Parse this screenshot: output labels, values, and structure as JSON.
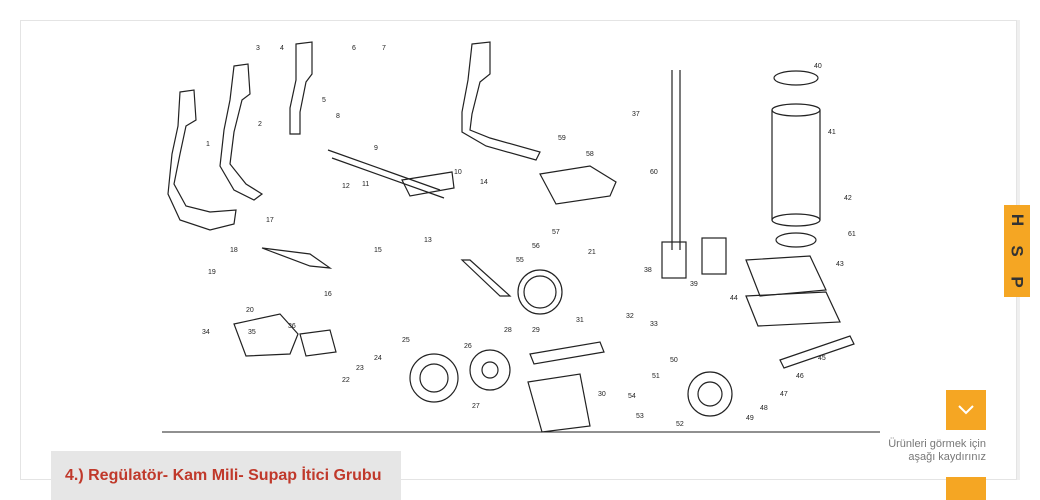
{
  "caption": "4.) Regülatör- Kam Mili- Supap İtici Grubu",
  "scroll_hint_line1": "Ürünleri görmek için",
  "scroll_hint_line2": "aşağı kaydırınız",
  "scroll_icon": "chevron-down-icon",
  "badge": {
    "letters": [
      "H",
      "S",
      "P"
    ]
  },
  "colors": {
    "accent": "#f5a623",
    "caption_text": "#c0392b",
    "caption_bg": "#e6e6e6"
  },
  "diagram": {
    "labels": [
      "1",
      "2",
      "3",
      "4",
      "5",
      "6",
      "7",
      "8",
      "9",
      "10",
      "11",
      "12",
      "13",
      "14",
      "15",
      "16",
      "17",
      "18",
      "19",
      "20",
      "21",
      "22",
      "23",
      "24",
      "25",
      "26",
      "27",
      "28",
      "29",
      "30",
      "31",
      "32",
      "33",
      "34",
      "35",
      "36",
      "37",
      "38",
      "39",
      "40",
      "41",
      "42",
      "43",
      "44",
      "45",
      "46",
      "47",
      "48",
      "49",
      "50",
      "51",
      "52",
      "53",
      "54",
      "55",
      "56",
      "57",
      "58",
      "59",
      "60",
      "61"
    ]
  }
}
